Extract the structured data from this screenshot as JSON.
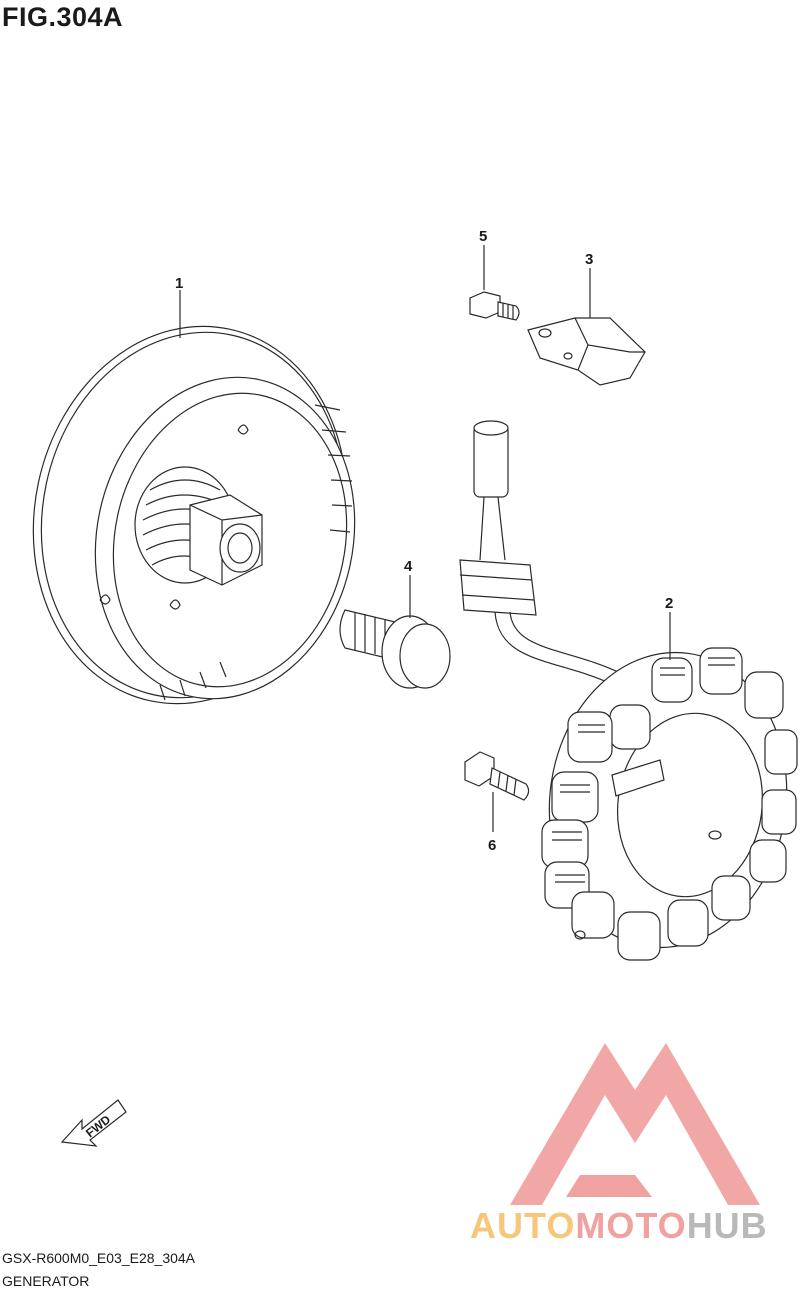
{
  "figure": {
    "title": "FIG.304A",
    "code": "GSX-R600M0_E03_E28_304A",
    "name": "GENERATOR"
  },
  "callouts": [
    {
      "id": "callout-1",
      "label": "1"
    },
    {
      "id": "callout-2",
      "label": "2"
    },
    {
      "id": "callout-3",
      "label": "3"
    },
    {
      "id": "callout-4",
      "label": "4"
    },
    {
      "id": "callout-5",
      "label": "5"
    },
    {
      "id": "callout-6",
      "label": "6"
    }
  ],
  "direction_arrow": {
    "label": "FWD"
  },
  "watermark": {
    "part1": "AUTO",
    "part2": "MOTO",
    "part3": "HUB",
    "color_1": "#f6c77a",
    "color_2": "#f0a2a0",
    "color_3": "#b9b9b9"
  }
}
